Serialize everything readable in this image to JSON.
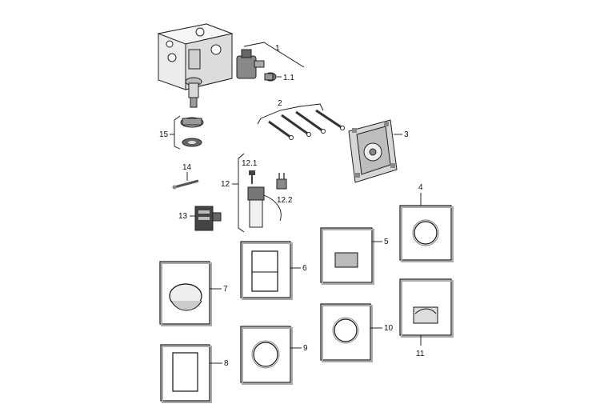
{
  "diagram": {
    "labels": {
      "p1": "1",
      "p1_1": "1.1",
      "p2": "2",
      "p3": "3",
      "p4": "4",
      "p5": "5",
      "p6": "6",
      "p7": "7",
      "p8": "8",
      "p9": "9",
      "p10": "10",
      "p11": "11",
      "p12": "12",
      "p12_1": "12.1",
      "p12_2": "12.2",
      "p13": "13",
      "p14": "14",
      "p15": "15"
    }
  }
}
